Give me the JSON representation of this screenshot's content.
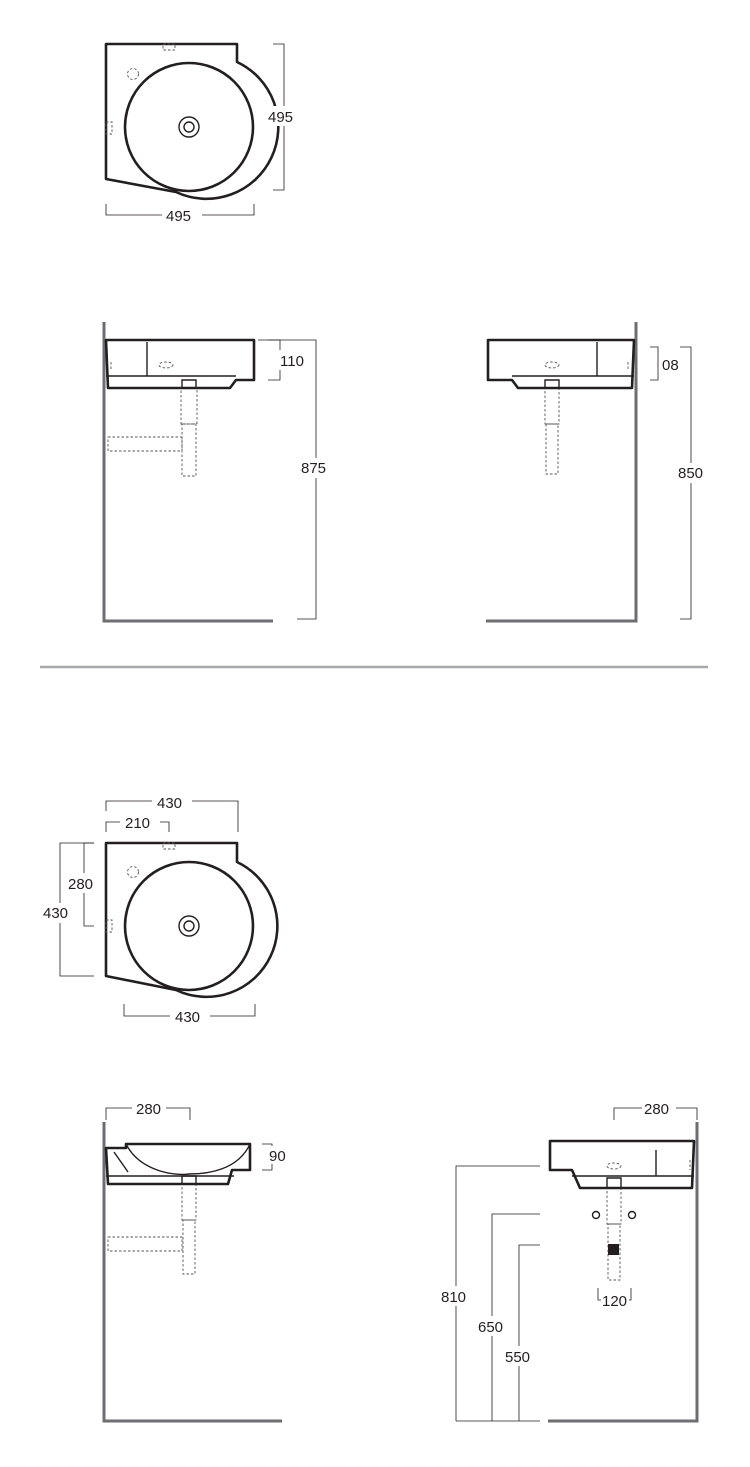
{
  "sections": [
    {
      "id": "large-model",
      "views": {
        "top": {
          "width": "495",
          "depth": "495"
        },
        "side_left": {
          "thickness": "110",
          "height": "875"
        },
        "side_right": {
          "rim": "08",
          "height": "850"
        }
      }
    },
    {
      "id": "small-model",
      "views": {
        "top": {
          "width": "430",
          "offset": "210",
          "depth_inner": "280",
          "depth": "430",
          "bowl_width": "430"
        },
        "side_left": {
          "depth": "280",
          "thickness": "90"
        },
        "front": {
          "depth": "280",
          "height_top": "810",
          "height_mid": "650",
          "height_low": "550",
          "spacing": "120"
        }
      }
    }
  ],
  "colors": {
    "line": "#231f20",
    "wall": "#6d6e71",
    "separator": "#a7a9ac"
  }
}
